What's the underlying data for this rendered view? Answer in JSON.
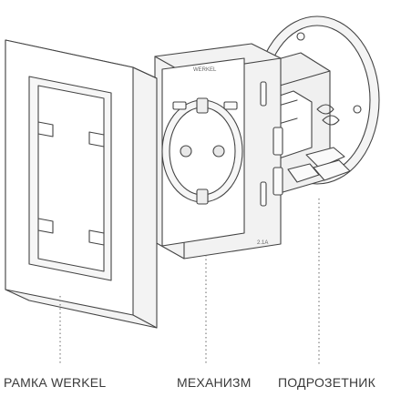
{
  "diagram": {
    "parts": [
      {
        "id": "frame",
        "label": "РАМКА WERKEL"
      },
      {
        "id": "mechanism",
        "label": "МЕХАНИЗМ"
      },
      {
        "id": "box",
        "label": "ПОДРОЗЕТНИК"
      }
    ],
    "mechanism_brand": "WERKEL",
    "mechanism_rating": "2.1A"
  },
  "colors": {
    "line": "#444444",
    "fill": "#fafafa",
    "label": "#3a3a3a"
  }
}
